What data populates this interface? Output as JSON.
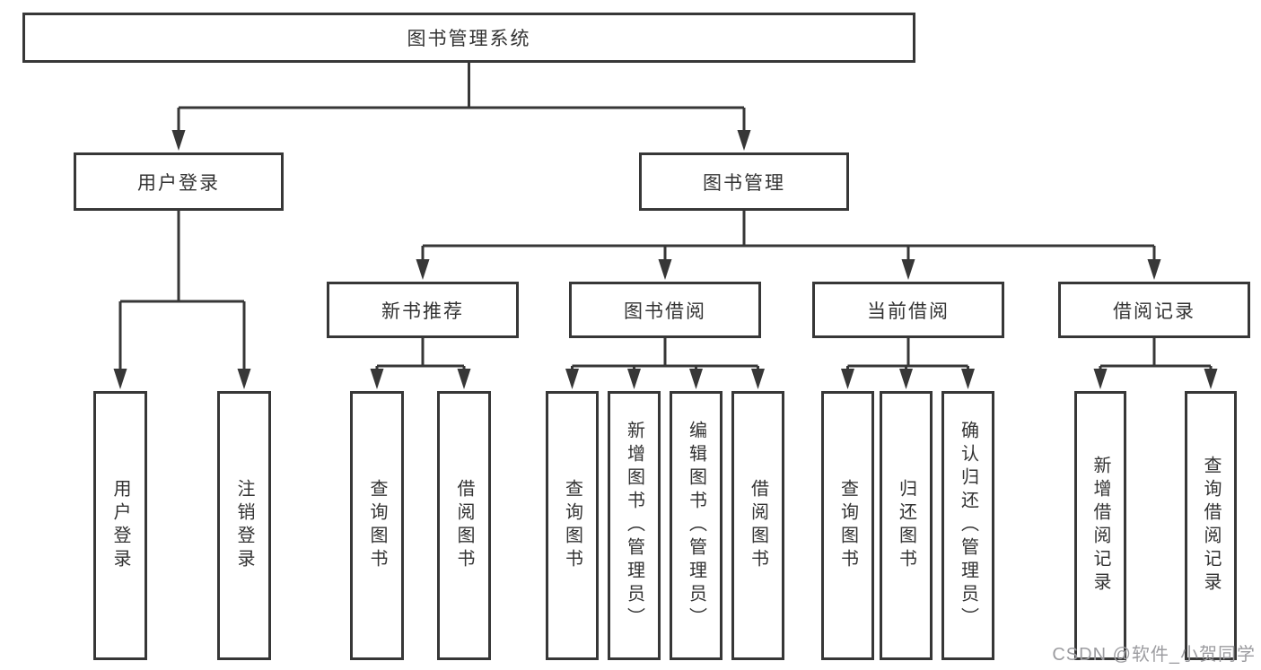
{
  "colors": {
    "line": "#373737",
    "text": "#333333",
    "watermark": "#9c9ca0",
    "background": "#ffffff"
  },
  "tree": {
    "root": {
      "label": "图书管理系统"
    },
    "children": [
      {
        "label": "用户登录",
        "children": [
          {
            "label": "用户登录"
          },
          {
            "label": "注销登录"
          }
        ]
      },
      {
        "label": "图书管理",
        "children": [
          {
            "label": "新书推荐",
            "children": [
              {
                "label": "查询图书"
              },
              {
                "label": "借阅图书"
              }
            ]
          },
          {
            "label": "图书借阅",
            "children": [
              {
                "label": "查询图书"
              },
              {
                "label": "新增图书（管理员）"
              },
              {
                "label": "编辑图书（管理员）"
              },
              {
                "label": "借阅图书"
              }
            ]
          },
          {
            "label": "当前借阅",
            "children": [
              {
                "label": "查询图书"
              },
              {
                "label": "归还图书"
              },
              {
                "label": "确认归还（管理员）"
              }
            ]
          },
          {
            "label": "借阅记录",
            "children": [
              {
                "label": "新增借阅记录"
              },
              {
                "label": "查询借阅记录"
              }
            ]
          }
        ]
      }
    ]
  },
  "watermark": {
    "text": "CSDN @软件_小贺同学"
  }
}
